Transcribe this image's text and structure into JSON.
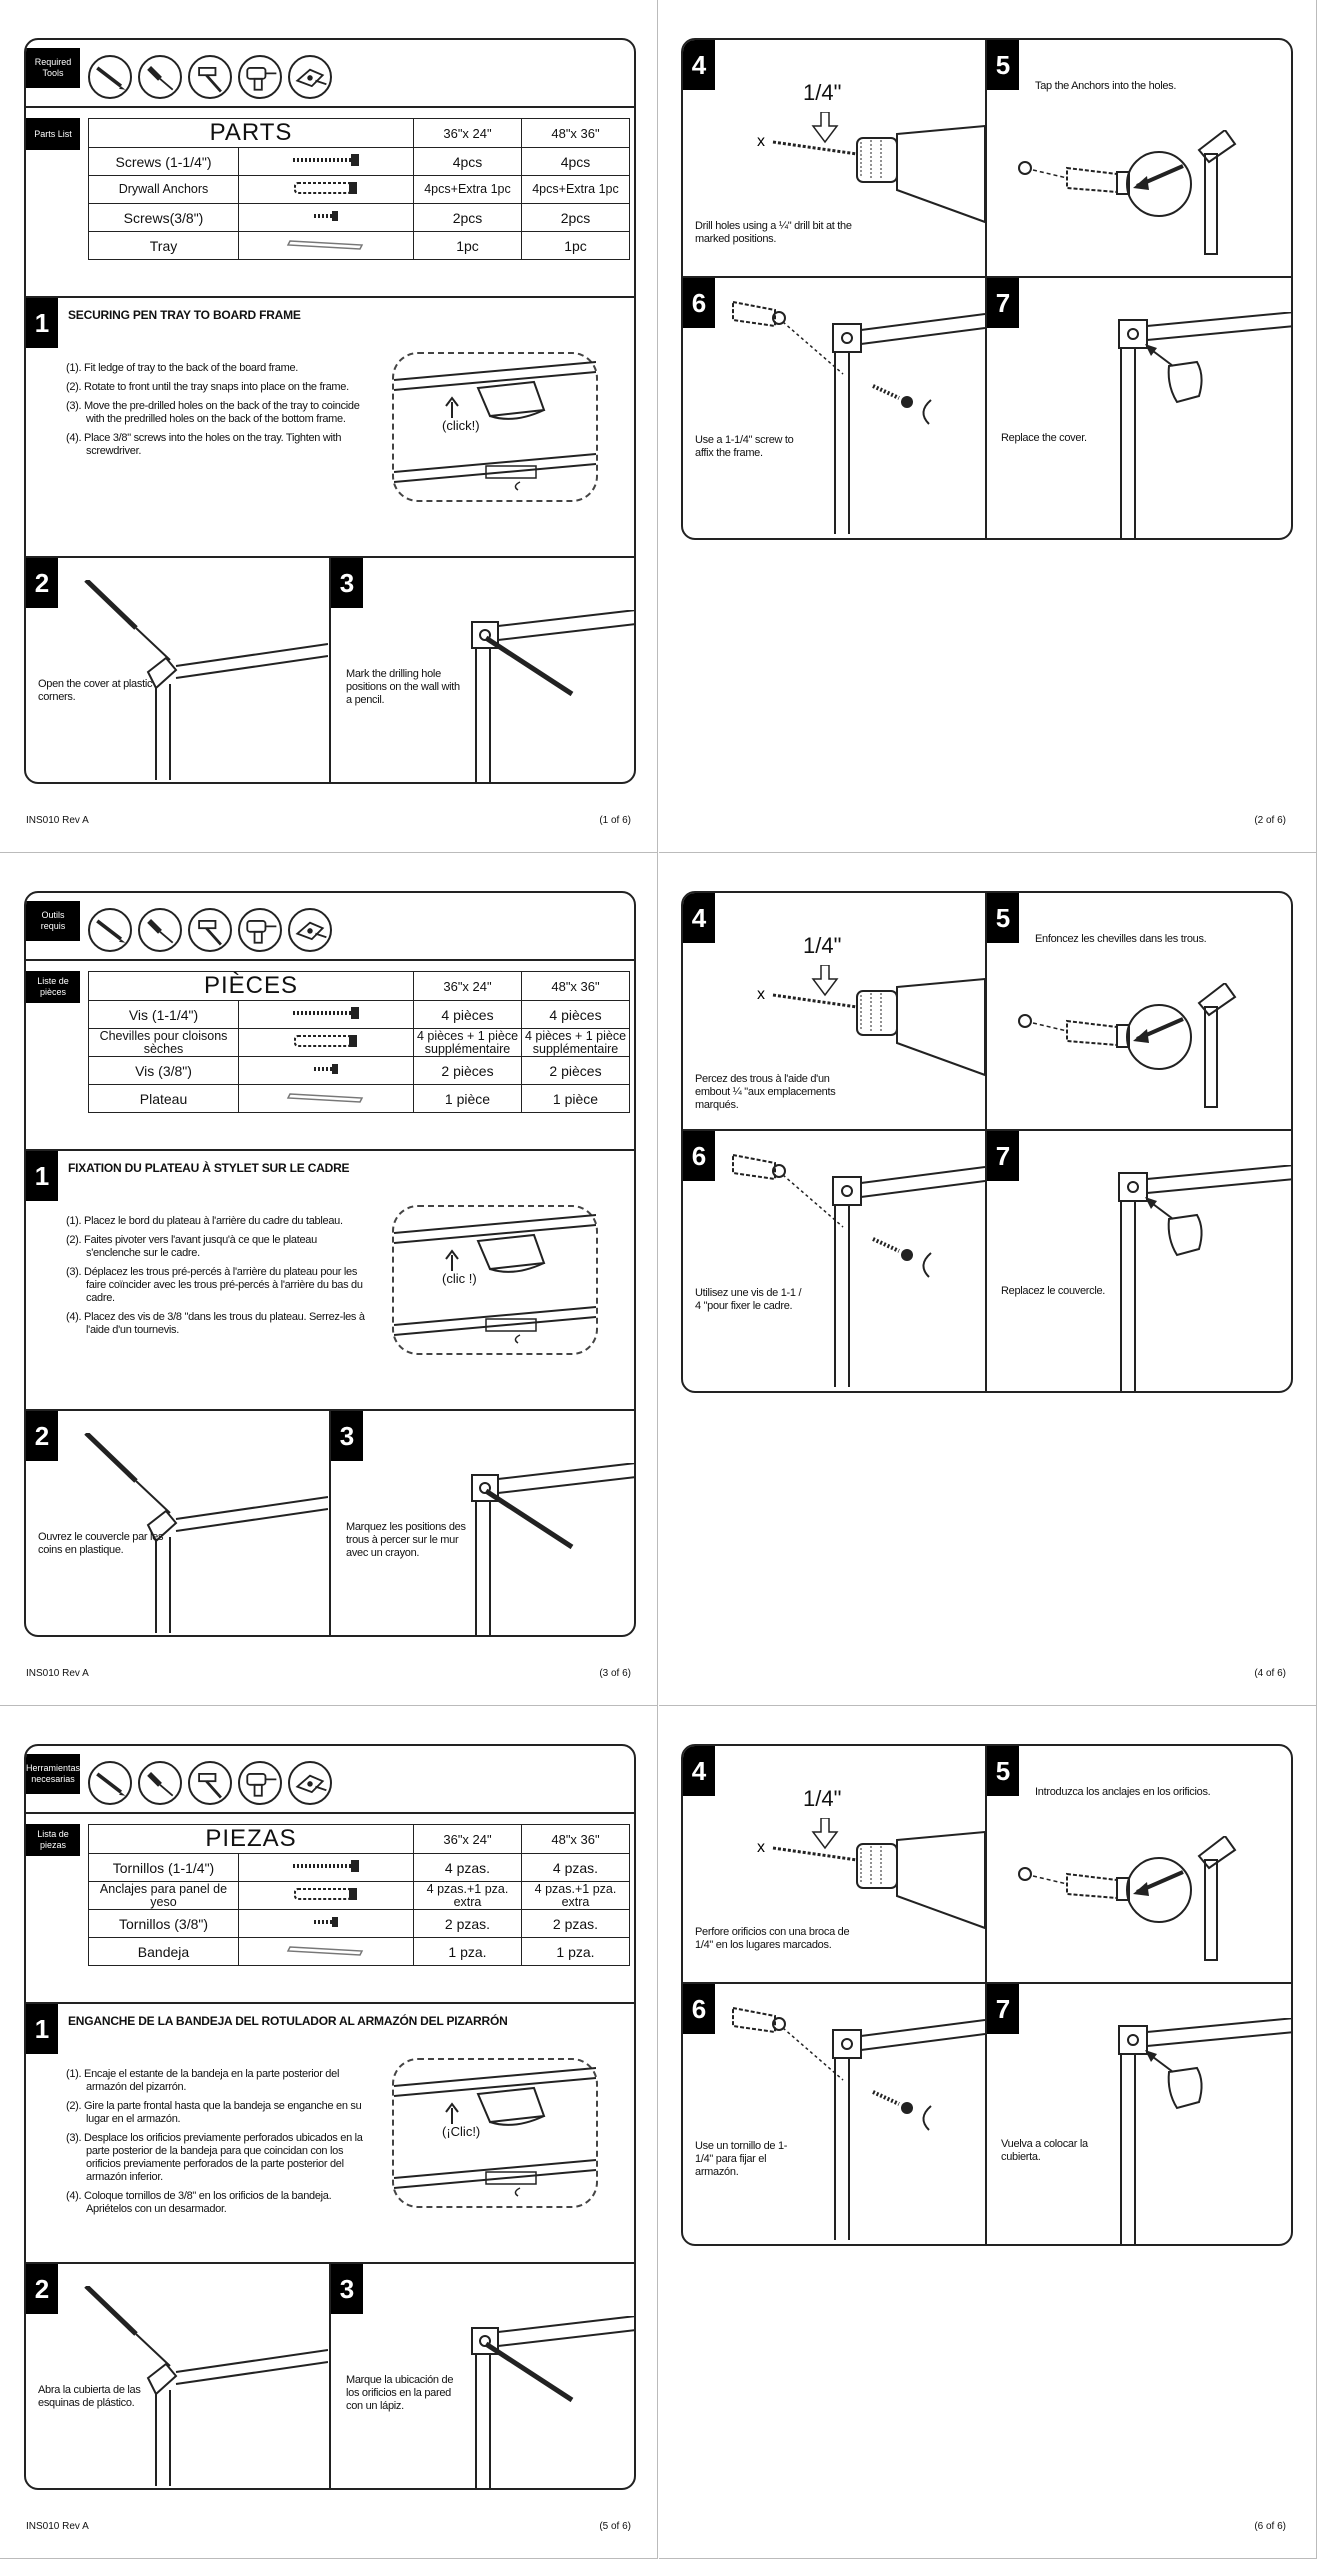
{
  "sheets": [
    {
      "lang": "en",
      "tools_label": "Required Tools",
      "parts_label": "Parts List",
      "table": {
        "title": "PARTS",
        "col1": "36\"x 24\"",
        "col2": "48\"x 36\"",
        "rows": [
          {
            "name": "Screws (1-1/4\")",
            "a": "4pcs",
            "b": "4pcs"
          },
          {
            "name": "Drywall Anchors",
            "a": "4pcs+Extra 1pc",
            "b": "4pcs+Extra 1pc"
          },
          {
            "name": "Screws(3/8\")",
            "a": "2pcs",
            "b": "2pcs"
          },
          {
            "name": "Tray",
            "a": "1pc",
            "b": "1pc"
          }
        ]
      },
      "step1": {
        "num": "1",
        "title": "SECURING PEN TRAY TO BOARD FRAME",
        "items": [
          "(1). Fit ledge of tray to the back of the board frame.",
          "(2). Rotate to front until the tray snaps into place on the frame.",
          "(3). Move the pre-drilled holes on the back of the tray to coincide with the predrilled holes on the back of the bottom frame.",
          "(4). Place 3/8\" screws into the holes on the tray. Tighten with screwdriver."
        ],
        "click": "(click!)"
      },
      "step2": {
        "num": "2",
        "caption": "Open the cover at plastic corners."
      },
      "step3": {
        "num": "3",
        "caption": "Mark the drilling hole positions on the wall with a pencil."
      },
      "footer_left": "INS010 Rev A",
      "footer_right": "(1 of 6)",
      "back": {
        "step4": {
          "num": "4",
          "size": "1/4\"",
          "caption": "Drill holes using a ¼\" drill bit at the marked positions."
        },
        "step5": {
          "num": "5",
          "caption": "Tap the Anchors into the holes."
        },
        "step6": {
          "num": "6",
          "caption": "Use a 1-1/4\" screw to affix the frame."
        },
        "step7": {
          "num": "7",
          "caption": "Replace the cover."
        },
        "footer_right": "(2 of 6)"
      }
    },
    {
      "lang": "fr",
      "tools_label": "Outils requis",
      "parts_label": "Liste de pièces",
      "table": {
        "title": "PIÈCES",
        "col1": "36\"x 24\"",
        "col2": "48\"x 36\"",
        "rows": [
          {
            "name": "Vis (1-1/4\")",
            "a": "4 pièces",
            "b": "4 pièces"
          },
          {
            "name": "Chevilles pour cloisons sèches",
            "a": "4 pièces + 1 pièce supplémentaire",
            "b": "4 pièces + 1 pièce supplémentaire"
          },
          {
            "name": "Vis (3/8\")",
            "a": "2 pièces",
            "b": "2 pièces"
          },
          {
            "name": "Plateau",
            "a": "1 pièce",
            "b": "1 pièce"
          }
        ]
      },
      "step1": {
        "num": "1",
        "title": "FIXATION DU PLATEAU À STYLET SUR LE CADRE",
        "items": [
          "(1). Placez le bord du plateau à l'arrière du cadre du tableau.",
          "(2). Faites pivoter vers l'avant jusqu'à ce que le plateau s'enclenche sur le cadre.",
          "(3). Déplacez les trous pré-percés à l'arrière du plateau pour les faire coïncider avec les trous pré-percés à l'arrière du bas du cadre.",
          "(4). Placez des vis de 3/8 \"dans les trous du plateau. Serrez-les à l'aide d'un tournevis."
        ],
        "click": "(clic !)"
      },
      "step2": {
        "num": "2",
        "caption": "Ouvrez le couvercle par les coins en plastique."
      },
      "step3": {
        "num": "3",
        "caption": "Marquez les positions des trous à percer sur le mur avec un crayon."
      },
      "footer_left": "INS010 Rev A",
      "footer_right": "(3 of 6)",
      "back": {
        "step4": {
          "num": "4",
          "size": "1/4\"",
          "caption": "Percez des trous à l'aide d'un embout ¼ \"aux emplacements marqués."
        },
        "step5": {
          "num": "5",
          "caption": "Enfoncez les chevilles dans les trous."
        },
        "step6": {
          "num": "6",
          "caption": "Utilisez une vis de 1-1 / 4 \"pour fixer le cadre."
        },
        "step7": {
          "num": "7",
          "caption": "Replacez le couvercle."
        },
        "footer_right": "(4 of 6)"
      }
    },
    {
      "lang": "es",
      "tools_label": "Herramientas necesarias",
      "parts_label": "Lista de piezas",
      "table": {
        "title": "PIEZAS",
        "col1": "36\"x 24\"",
        "col2": "48\"x 36\"",
        "rows": [
          {
            "name": "Tornillos (1-1/4\")",
            "a": "4 pzas.",
            "b": "4 pzas."
          },
          {
            "name": "Anclajes para panel de yeso",
            "a": "4 pzas.+1 pza. extra",
            "b": "4 pzas.+1 pza. extra"
          },
          {
            "name": "Tornillos (3/8\")",
            "a": "2 pzas.",
            "b": "2 pzas."
          },
          {
            "name": "Bandeja",
            "a": "1 pza.",
            "b": "1 pza."
          }
        ]
      },
      "step1": {
        "num": "1",
        "title": "ENGANCHE DE LA BANDEJA DEL ROTULADOR AL ARMAZÓN DEL PIZARRÓN",
        "items": [
          "(1). Encaje el estante de la bandeja en la parte posterior del armazón del pizarrón.",
          "(2). Gire la parte frontal hasta que la bandeja se enganche en su lugar en el armazón.",
          "(3). Desplace los orificios previamente perforados ubicados en la parte posterior de la bandeja para que coincidan con los orificios previamente perforados de la parte posterior del armazón inferior.",
          "(4). Coloque tornillos de 3/8\" en los orificios de la bandeja. Apriételos con un desarmador."
        ],
        "click": "(¡Clic!)"
      },
      "step2": {
        "num": "2",
        "caption": "Abra la cubierta de las esquinas de plástico."
      },
      "step3": {
        "num": "3",
        "caption": "Marque la ubicación de los orificios en la pared con un lápiz."
      },
      "footer_left": "INS010 Rev A",
      "footer_right": "(5 of 6)",
      "back": {
        "step4": {
          "num": "4",
          "size": "1/4\"",
          "caption": "Perfore orificios con una broca de 1/4\" en los lugares marcados."
        },
        "step5": {
          "num": "5",
          "caption": "Introduzca los anclajes en los orificios."
        },
        "step6": {
          "num": "6",
          "caption": "Use un tornillo de 1-1/4\" para fijar el armazón."
        },
        "step7": {
          "num": "7",
          "caption": "Vuelva a colocar la cubierta."
        },
        "footer_right": "(6 of 6)"
      }
    }
  ]
}
